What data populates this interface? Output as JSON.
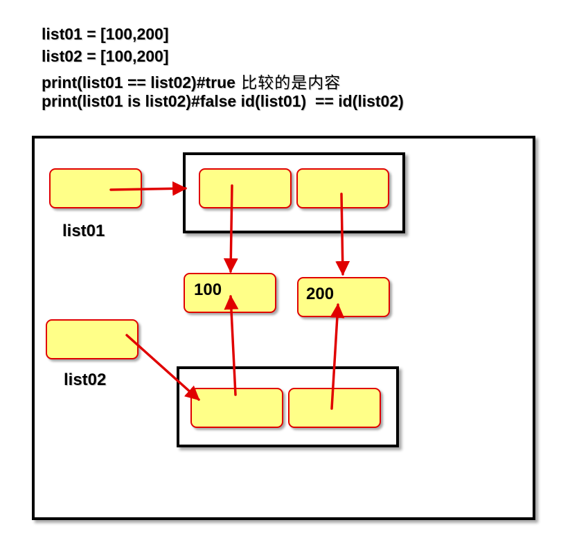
{
  "code": {
    "line1": "list01 = [100,200]",
    "line2": "list02 = [100,200]",
    "line3_code": "print(list01 == list02)#true",
    "line3_comment": " 比较的是内容",
    "line4": "print(list01 is list02)#false id(list01)  == id(list02)"
  },
  "diagram": {
    "list01_label": "list01",
    "list02_label": "list02",
    "value_100": "100",
    "value_200": "200"
  },
  "colors": {
    "cell_fill": "#ffff88",
    "cell_border": "#e00000",
    "arrow": "#e00000",
    "frame": "#000000"
  }
}
